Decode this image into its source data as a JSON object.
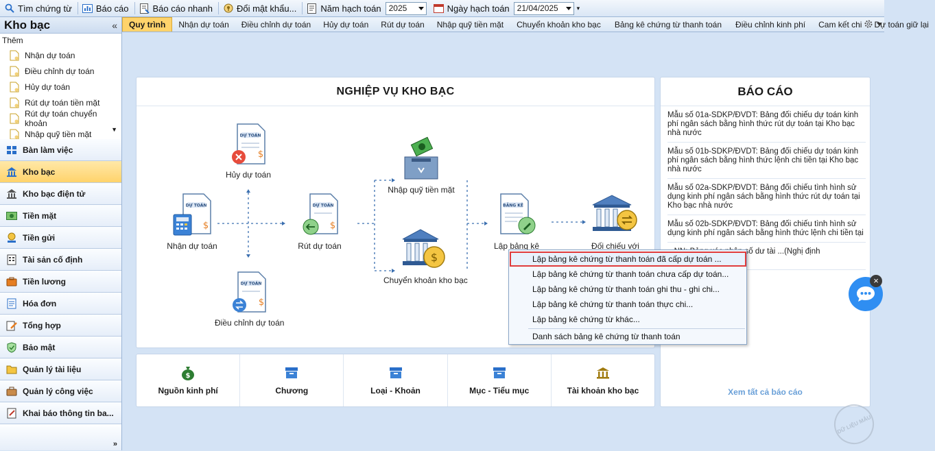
{
  "toolbar": {
    "search": "Tìm chứng từ",
    "report": "Báo cáo",
    "quick_report": "Báo cáo nhanh",
    "change_password": "Đổi mật khẩu...",
    "fiscal_year_label": "Năm hạch toán",
    "fiscal_year_value": "2025",
    "posting_date_label": "Ngày hạch toán",
    "posting_date_value": "21/04/2025"
  },
  "sidebar": {
    "title": "Kho bạc",
    "collapse": "«",
    "add_label": "Thêm",
    "add_items": [
      "Nhận dự toán",
      "Điều chỉnh dự toán",
      "Hủy dự toán",
      "Rút dự toán tiền mặt",
      "Rút dự toán chuyển khoản",
      "Nhập quỹ tiền mặt"
    ],
    "nav": [
      "Bàn làm việc",
      "Kho bạc",
      "Kho bạc điện tử",
      "Tiền mặt",
      "Tiền gửi",
      "Tài sản cố định",
      "Tiền lương",
      "Hóa đơn",
      "Tổng hợp",
      "Bảo mật",
      "Quản lý tài liệu",
      "Quản lý công việc",
      "Khai báo thông tin ba..."
    ],
    "more": "»"
  },
  "tabs": [
    "Quy trình",
    "Nhận dự toán",
    "Điều chỉnh dự toán",
    "Hủy dự toán",
    "Rút dự toán",
    "Nhập quỹ tiền mặt",
    "Chuyển khoản kho bạc",
    "Bảng kê chứng từ thanh toán",
    "Điều chỉnh kinh phí",
    "Cam kết chi",
    "Dự toán giữ lại"
  ],
  "workflow": {
    "title": "NGHIỆP VỤ KHO BẠC",
    "doc_badge": "DỰ TOÁN",
    "list_badge": "BẢNG KÊ",
    "nodes": {
      "huy": "Hủy dự toán",
      "nhan": "Nhận dự toán",
      "dieuchinh": "Điều chỉnh dự toán",
      "rut": "Rút dự toán",
      "nhapquy": "Nhập quỹ tiền mặt",
      "chuyenkhoan": "Chuyển khoản kho bạc",
      "bangke": "Lập bảng kê",
      "doichieu": "Đối chiếu với"
    }
  },
  "categories": [
    "Nguồn kinh phí",
    "Chương",
    "Loại - Khoản",
    "Mục - Tiểu mục",
    "Tài khoản kho bạc"
  ],
  "reports": {
    "title": "BÁO CÁO",
    "items": [
      "Mẫu số 01a-SDKP/ĐVDT: Bảng đối chiếu dự toán kinh phí ngân sách bằng hình thức rút dự toán tại Kho bạc nhà nước",
      "Mẫu số 01b-SDKP/ĐVDT: Bảng đối chiếu dự toán kinh phí ngân sách bằng hình thức lệnh chi tiền tại Kho bạc nhà nước",
      "Mẫu số 02a-SDKP/ĐVDT: Bảng đối chiếu tình hình sử dụng kinh phí ngân sách bằng hình thức rút dự toán tại Kho bạc nhà nước",
      "Mẫu số 02b-SDKP/ĐVDT: Bảng đối chiếu tình hình sử dụng kinh phí ngân sách bằng hình thức lệnh chi tiền tại",
      "...NN: Bảng xác nhận số dư tài ...(Nghị định 11/2020/NĐ-CP)"
    ],
    "view_all": "Xem tất cả báo cáo"
  },
  "context_menu": {
    "items": [
      "Lập bảng kê chứng từ thanh toán đã cấp dự toán ...",
      "Lập bảng kê chứng từ thanh toán chưa cấp dự toán...",
      "Lập bảng kê chứng từ thanh toán ghi thu - ghi chi...",
      "Lập bảng kê chứng từ thanh toán thực chi...",
      "Lập bảng kê chứng từ khác..."
    ],
    "footer": "Danh sách bảng kê chứng từ thanh toán",
    "highlight_color": "#e03b3b"
  },
  "chat": {
    "close": "×"
  },
  "watermark": "DỮ LIỆU MẪU",
  "colors": {
    "accent": "#ffd36b",
    "brand_blue": "#3b7dd8",
    "highlight": "#e03b3b"
  }
}
